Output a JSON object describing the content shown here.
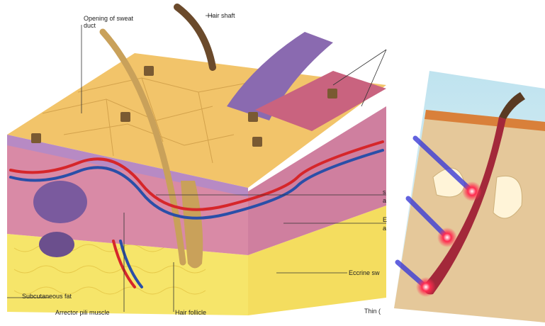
{
  "labels": {
    "sweat_duct_opening": "Opening of sweat duct",
    "hair_shaft": "Hair shaft",
    "subcutaneous_fat": "Subcutaneous fat",
    "arrector_pili": "Arrector pili muscle",
    "hair_follicle": "Hair follicle",
    "eccrine_partial": "Eccrine sw",
    "thin_partial": "Thin (",
    "cut_s": "s",
    "cut_a": "a",
    "cut_e": "E",
    "cut_a2": "a"
  },
  "colors": {
    "epidermis": "#f2c46a",
    "dermis": "#d98aa6",
    "fat": "#f6e56a",
    "hair": "#c9a15a",
    "artery": "#d6262a",
    "vein": "#2a4fa8",
    "gland": "#8a6ab0",
    "laser_beam": "#3b3bd6",
    "laser_spot": "#ff2b4f"
  }
}
